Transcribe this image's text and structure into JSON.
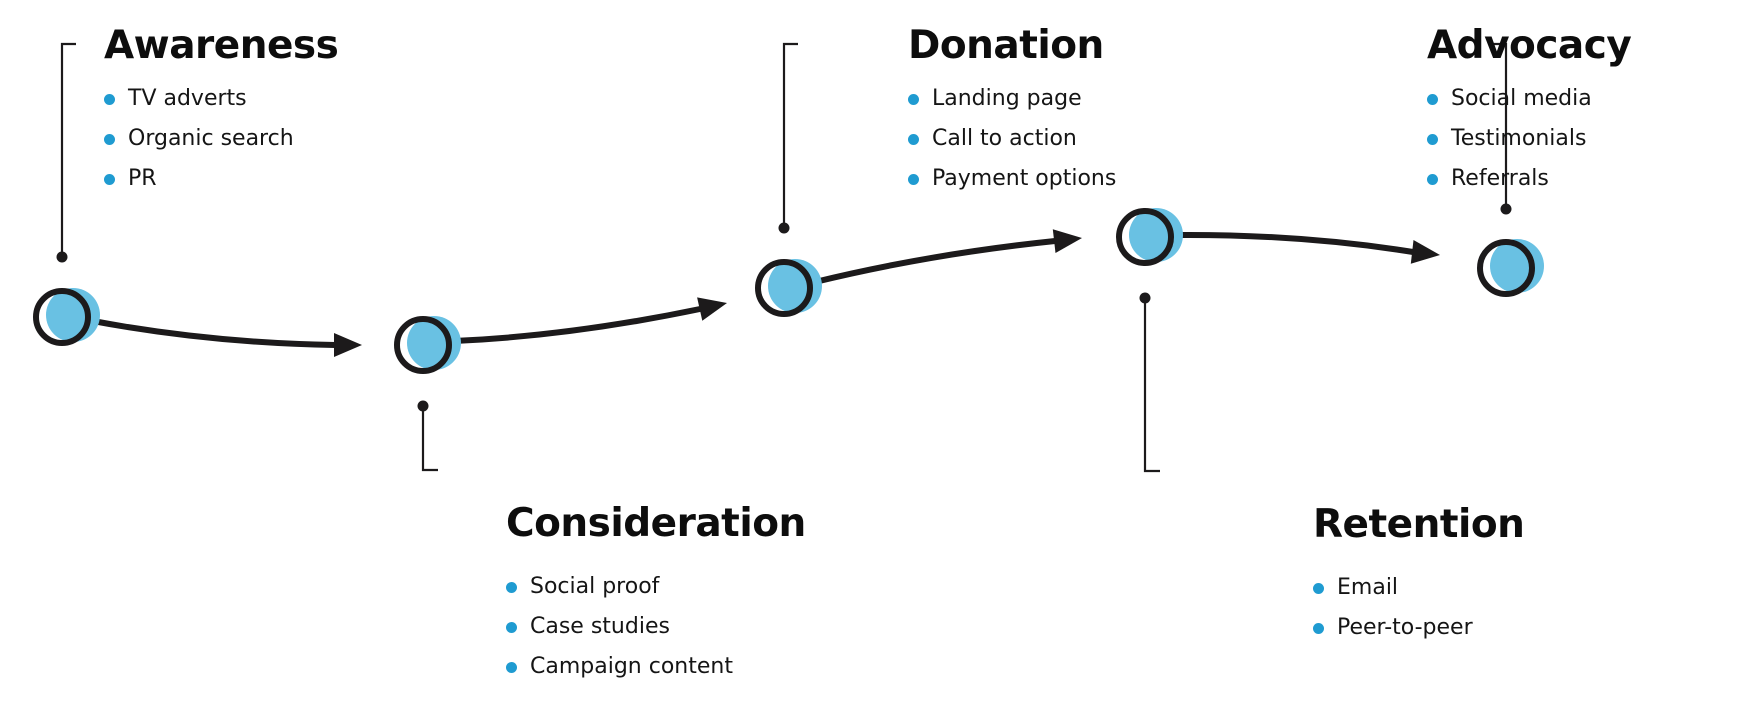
{
  "colors": {
    "ink": "#1c1a1b",
    "accent": "#69c1e3",
    "bullet": "#1f9bd1"
  },
  "stages": [
    {
      "id": "awareness",
      "title": "Awareness",
      "items": [
        "TV adverts",
        "Organic search",
        "PR"
      ]
    },
    {
      "id": "consideration",
      "title": "Consideration",
      "items": [
        "Social proof",
        "Case studies",
        "Campaign content"
      ]
    },
    {
      "id": "donation",
      "title": "Donation",
      "items": [
        "Landing page",
        "Call to action",
        "Payment options"
      ]
    },
    {
      "id": "retention",
      "title": "Retention",
      "items": [
        "Email",
        "Peer-to-peer"
      ]
    },
    {
      "id": "advocacy",
      "title": "Advocacy",
      "items": [
        "Social media",
        "Testimonials",
        "Referrals"
      ]
    }
  ],
  "icons": {
    "node": "journey-node-icon",
    "arrow": "arrow-right-icon",
    "pin": "callout-pin-icon"
  }
}
